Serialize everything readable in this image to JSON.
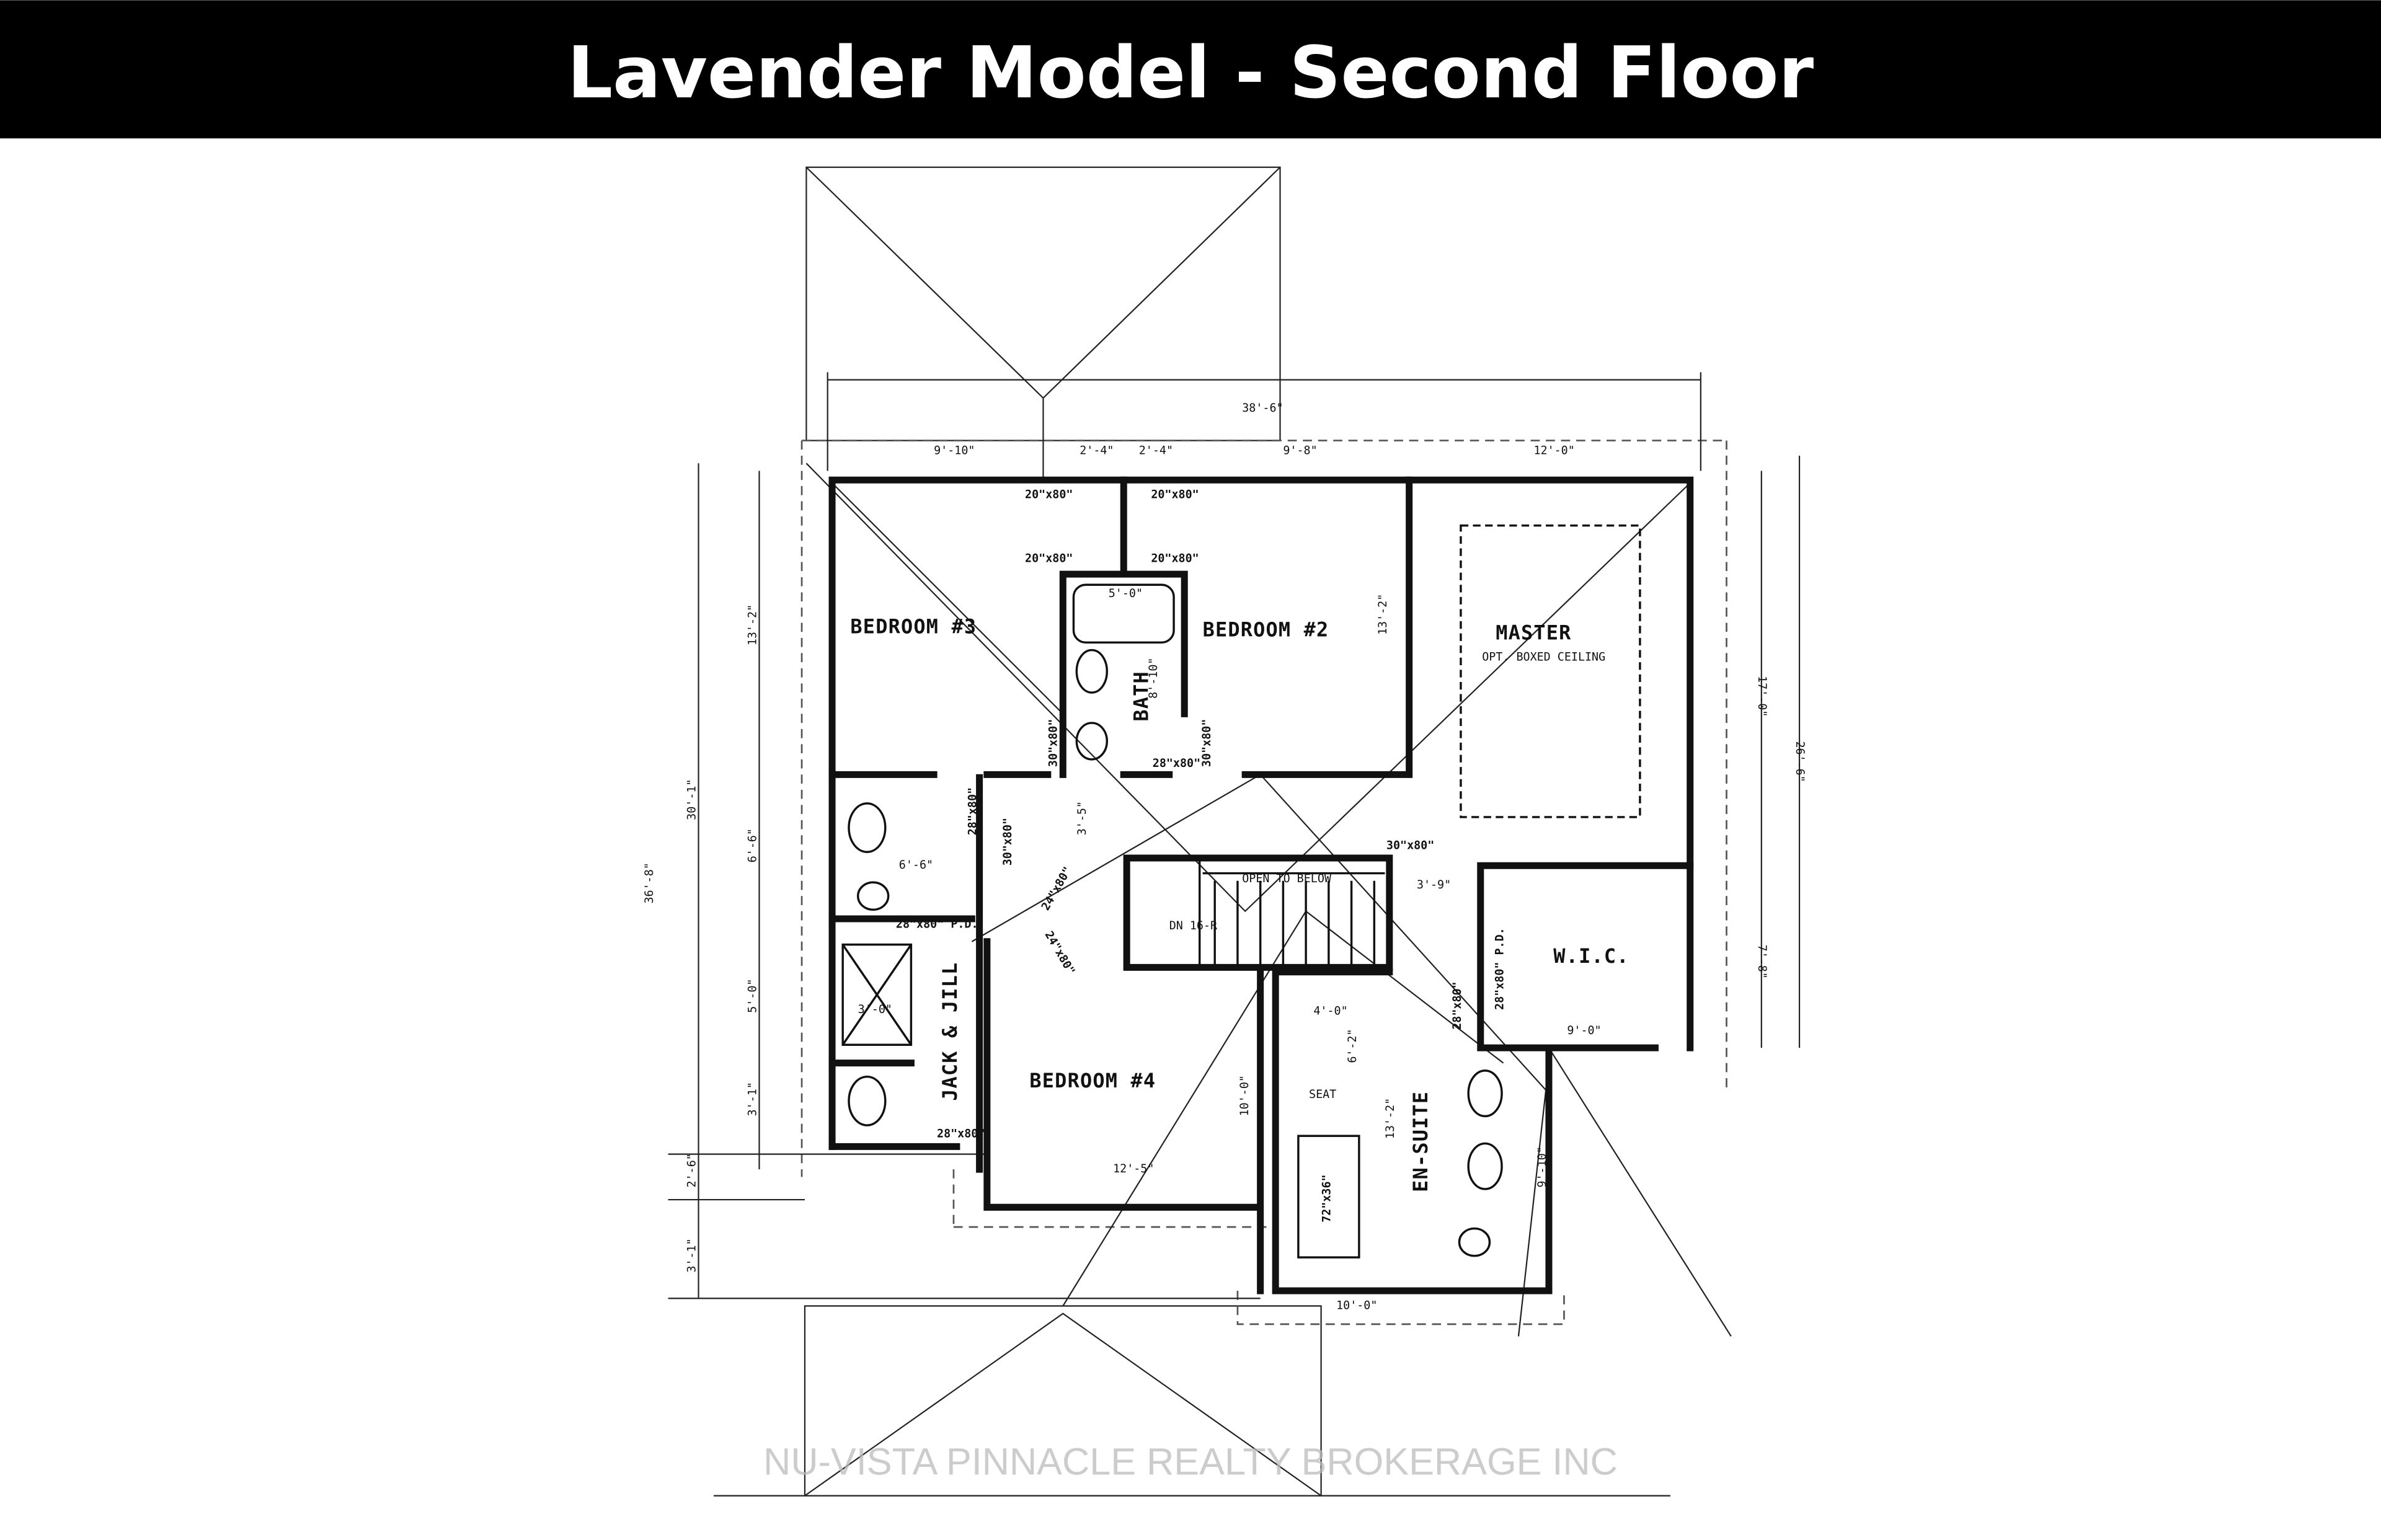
{
  "title": "Lavender Model - Second Floor",
  "watermark": "NU-VISTA PINNACLE REALTY BROKERAGE INC",
  "colors": {
    "header_bg": "#000000",
    "header_text": "#ffffff",
    "lines": "#111111"
  },
  "rooms": {
    "bedroom3": "BEDROOM #3",
    "bedroom2": "BEDROOM #2",
    "master": "MASTER",
    "master_note": "OPT. BOXED CEILING",
    "bath": "BATH",
    "jack_jill": "JACK & JILL",
    "bedroom4": "BEDROOM #4",
    "ensuite": "EN-SUITE",
    "wic": "W.I.C.",
    "open_below": "OPEN TO BELOW",
    "stairs": "DN 16-R",
    "seat": "SEAT"
  },
  "dimensions": {
    "overall_width": "38'-6\"",
    "top": [
      "9'-10\"",
      "2'-4\"",
      "2'-4\"",
      "9'-8\"",
      "12'-0\""
    ],
    "left_outer": "36'-8\"",
    "left_mid": "30'-1\"",
    "left_segments": [
      "13'-2\"",
      "6'-6\"",
      "5'-0\"",
      "3'-1\"",
      "2'-6\"",
      "3'-1\""
    ],
    "right": [
      "17'-0\"",
      "26'-6\"",
      "7'-8\""
    ],
    "tub": "5'-0\"",
    "bath_depth": "8'-10\"",
    "bedroom2_depth": "13'-2\"",
    "jj_width": "6'-6\"",
    "shower": "3'-0\"",
    "hall": "3'-5\"",
    "hall_right": "3'-9\"",
    "ensuite_closet": "4'-0\"",
    "ensuite_closet_depth": "6'-2\"",
    "bedroom4_depth": "10'-0\"",
    "bedroom4_width": "12'-5\"",
    "ensuite_depth": "13'-2\"",
    "ensuite_side": "9'-10\"",
    "wic_width": "9'-0\"",
    "ensuite_width": "10'-0\""
  },
  "doors": {
    "closet": "20\"x80\"",
    "d30": "30\"x80\"",
    "d28": "28\"x80\"",
    "d24": "24\"x80\"",
    "pocket": "28\"x80\" P.D.",
    "tub72": "72\"x36\""
  }
}
